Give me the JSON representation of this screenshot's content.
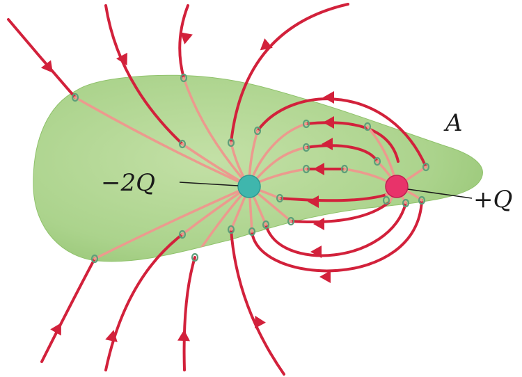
{
  "labels": {
    "negative_charge": "−2Q",
    "positive_charge": "+Q",
    "surface": "A"
  },
  "colors": {
    "surface_fill": "#a9d18e",
    "surface_edge": "#8fc26b",
    "field_line_outside": "#d2213b",
    "field_line_inside": "#ec9a8e",
    "negative_charge": "#3fb6ad",
    "positive_charge": "#e8336a",
    "crossing_marker": "#5e9e7a"
  },
  "icons": {
    "arrow": "arrowhead-icon",
    "crossing": "surface-crossing-icon"
  }
}
